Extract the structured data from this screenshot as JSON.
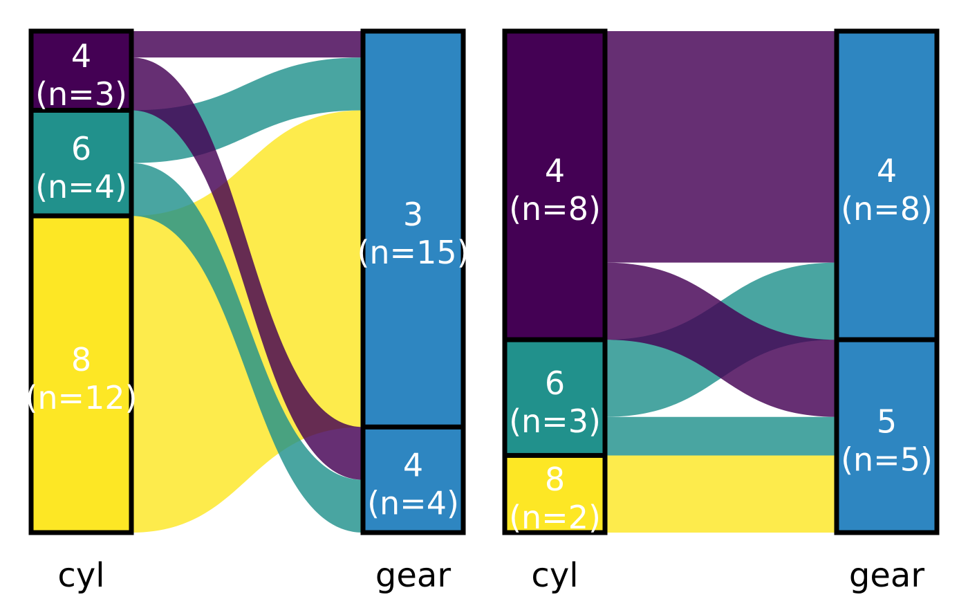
{
  "chart_data": {
    "type": "alluvial",
    "panels": [
      {
        "axes": {
          "left": "cyl",
          "right": "gear"
        },
        "left_strata": [
          {
            "category": "4",
            "n": 3,
            "label_line1": "4",
            "label_line2": "(n=3)",
            "color": "#440154"
          },
          {
            "category": "6",
            "n": 4,
            "label_line1": "6",
            "label_line2": "(n=4)",
            "color": "#21918c"
          },
          {
            "category": "8",
            "n": 12,
            "label_line1": "8",
            "label_line2": "(n=12)",
            "color": "#fde725"
          }
        ],
        "right_strata": [
          {
            "category": "3",
            "n": 15,
            "label_line1": "3",
            "label_line2": "(n=15)",
            "color": "#2e86c1"
          },
          {
            "category": "4",
            "n": 4,
            "label_line1": "4",
            "label_line2": "(n=4)",
            "color": "#2e86c1"
          }
        ],
        "flows": [
          {
            "from": 0,
            "to": 0,
            "n": 1
          },
          {
            "from": 0,
            "to": 1,
            "n": 2
          },
          {
            "from": 1,
            "to": 0,
            "n": 2
          },
          {
            "from": 1,
            "to": 1,
            "n": 2
          },
          {
            "from": 2,
            "to": 0,
            "n": 12
          }
        ]
      },
      {
        "axes": {
          "left": "cyl",
          "right": "gear"
        },
        "left_strata": [
          {
            "category": "4",
            "n": 8,
            "label_line1": "4",
            "label_line2": "(n=8)",
            "color": "#440154"
          },
          {
            "category": "6",
            "n": 3,
            "label_line1": "6",
            "label_line2": "(n=3)",
            "color": "#21918c"
          },
          {
            "category": "8",
            "n": 2,
            "label_line1": "8",
            "label_line2": "(n=2)",
            "color": "#fde725"
          }
        ],
        "right_strata": [
          {
            "category": "4",
            "n": 8,
            "label_line1": "4",
            "label_line2": "(n=8)",
            "color": "#2e86c1"
          },
          {
            "category": "5",
            "n": 5,
            "label_line1": "5",
            "label_line2": "(n=5)",
            "color": "#2e86c1"
          }
        ],
        "flows": [
          {
            "from": 0,
            "to": 0,
            "n": 6
          },
          {
            "from": 0,
            "to": 1,
            "n": 2
          },
          {
            "from": 1,
            "to": 0,
            "n": 2
          },
          {
            "from": 1,
            "to": 1,
            "n": 1
          },
          {
            "from": 2,
            "to": 1,
            "n": 2
          }
        ]
      }
    ],
    "colors": {
      "stratum_label": "#ffffff",
      "axis_label": "#000000",
      "stratum_border": "#000000",
      "background": "#ffffff"
    }
  }
}
